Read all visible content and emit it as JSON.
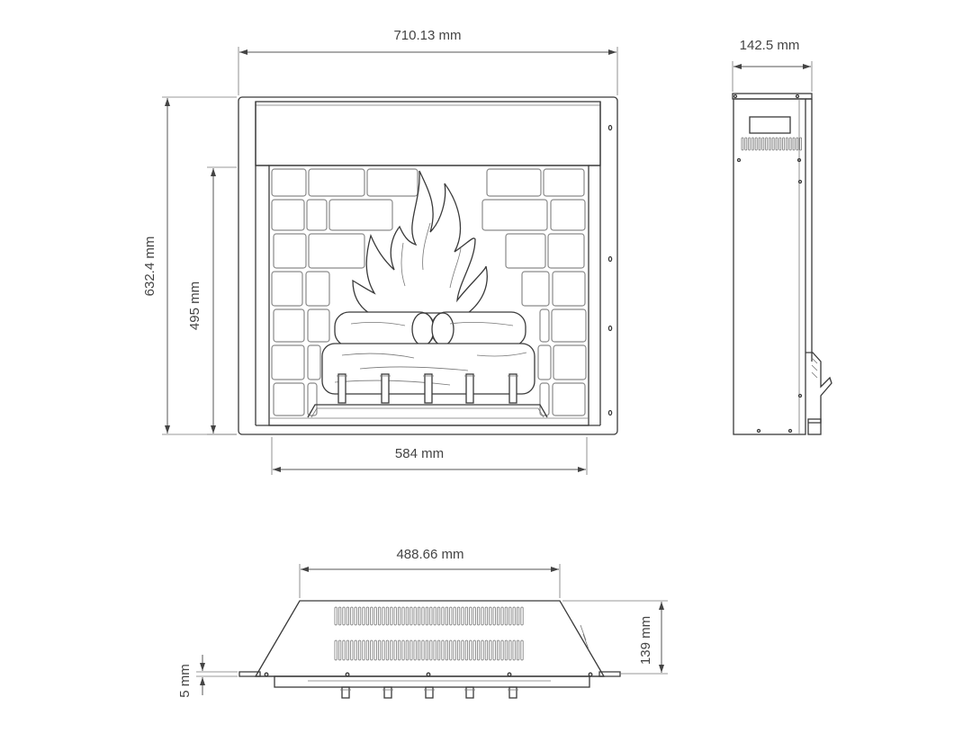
{
  "drawing": {
    "front_view": {
      "width_label": "710.13 mm",
      "height_label": "632.4 mm",
      "opening_height_label": "495 mm",
      "opening_width_label": "584 mm"
    },
    "side_view": {
      "depth_label": "142.5 mm"
    },
    "top_view": {
      "width_label": "488.66 mm",
      "depth_label": "139 mm",
      "flange_label": "5 mm"
    }
  },
  "colors": {
    "line": "#3a3a3a",
    "text": "#444444",
    "background": "#ffffff"
  }
}
